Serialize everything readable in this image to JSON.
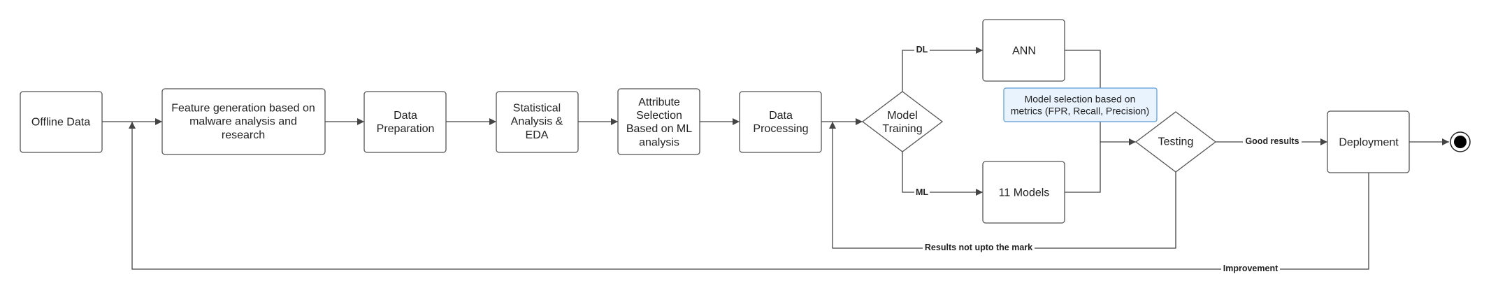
{
  "nodes": {
    "offline_data": [
      "Offline Data"
    ],
    "feature_generation": [
      "Feature generation based on",
      "malware analysis and",
      "research"
    ],
    "data_preparation": [
      "Data",
      "Preparation"
    ],
    "statistical_analysis": [
      "Statistical",
      "Analysis &",
      "EDA"
    ],
    "attribute_selection": [
      "Attribute",
      "Selection",
      "Based on ML",
      "analysis"
    ],
    "data_processing": [
      "Data",
      "Processing"
    ],
    "model_training": [
      "Model",
      "Training"
    ],
    "ann": [
      "ANN"
    ],
    "eleven_models": [
      "11 Models"
    ],
    "testing": [
      "Testing"
    ],
    "deployment": [
      "Deployment"
    ]
  },
  "note": {
    "lines": [
      "Model selection based on",
      "metrics (FPR, Recall, Precision)"
    ]
  },
  "edge_labels": {
    "dl": "DL",
    "ml": "ML",
    "good_results": "Good results",
    "results_not_upto_mark": "Results not upto the mark",
    "improvement": "Improvement"
  },
  "colors": {
    "node_stroke": "#555555",
    "edge_stroke": "#444444",
    "note_fill": "#e9f3fd",
    "note_stroke": "#5a9ad6",
    "end_node": "#000000"
  }
}
